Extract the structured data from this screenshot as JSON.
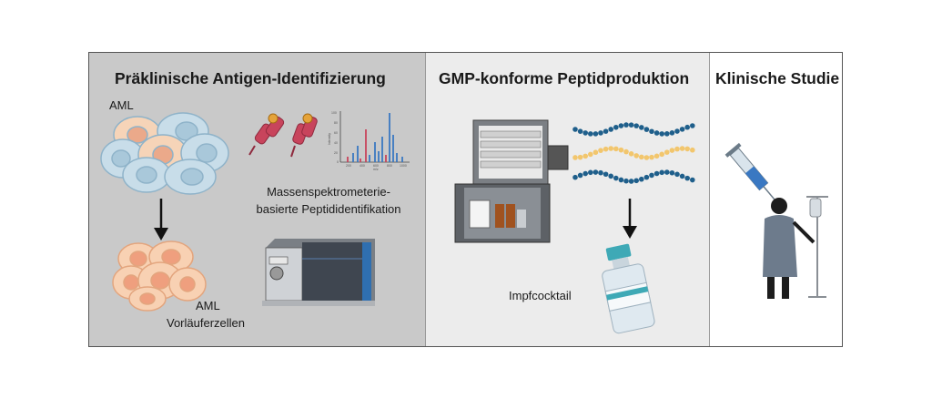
{
  "panels": [
    {
      "title": "Präklinische Antigen-Identifizierung"
    },
    {
      "title": "GMP-konforme Peptidproduktion"
    },
    {
      "title": "Klinische Studie"
    }
  ],
  "labels": {
    "aml": "AML",
    "aml_precursor_line1": "AML",
    "aml_precursor_line2": "Vorläuferzellen",
    "ms_line1": "Massenspektrometerie-",
    "ms_line2": "basierte Peptididentifikation",
    "vaccine": "Impfcocktail"
  },
  "spectrum": {
    "y_ticks": [
      "100",
      "80",
      "60",
      "40",
      "20",
      "0"
    ],
    "x_ticks": [
      "200",
      "400",
      "600",
      "800",
      "1000"
    ],
    "ylabel": "Intensity",
    "xlabel": "m/z"
  },
  "colors": {
    "panel1_bg": "#c9c9c9",
    "panel2_bg": "#ececec",
    "panel3_bg": "#ffffff",
    "blue_cell": "#c8dde9",
    "orange_cell": "#f6c9a5",
    "peptide_blue": "#1f5f8b",
    "peptide_yellow": "#f2c66d"
  }
}
